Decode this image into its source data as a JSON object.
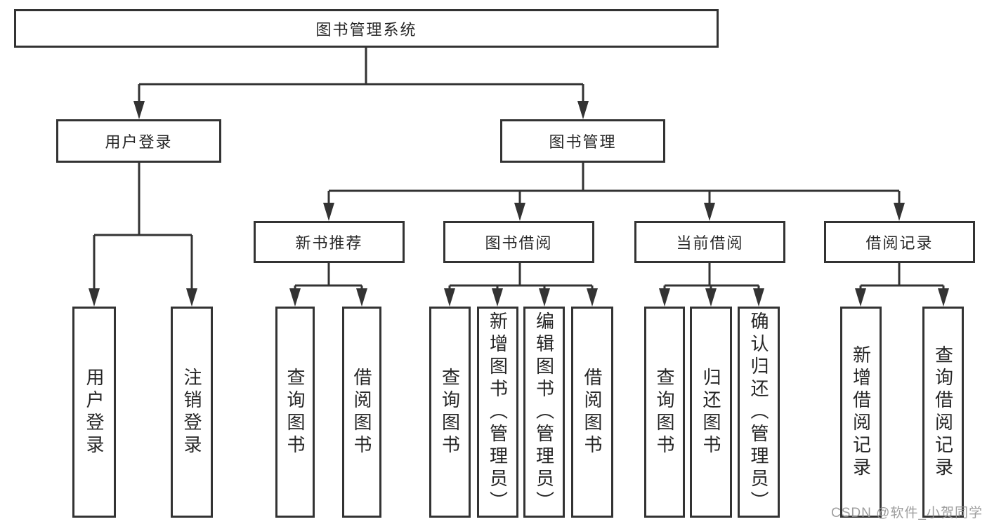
{
  "diagram": {
    "root": "图书管理系统",
    "branches": [
      {
        "label": "用户登录",
        "children": [
          "用户登录",
          "注销登录"
        ]
      },
      {
        "label": "图书管理",
        "children": [
          {
            "label": "新书推荐",
            "children": [
              "查询图书",
              "借阅图书"
            ]
          },
          {
            "label": "图书借阅",
            "children": [
              "查询图书",
              "新增图书（管理员）",
              "编辑图书（管理员）",
              "借阅图书"
            ]
          },
          {
            "label": "当前借阅",
            "children": [
              "查询图书",
              "归还图书",
              "确认归还（管理员）"
            ]
          },
          {
            "label": "借阅记录",
            "children": [
              "新增借阅记录",
              "查询借阅记录"
            ]
          }
        ]
      }
    ]
  },
  "watermark": "CSDN @软件_小贺同学",
  "colors": {
    "line": "#333333",
    "border": "#333333",
    "text": "#262626",
    "watermark": "#949494",
    "background": "#ffffff"
  }
}
